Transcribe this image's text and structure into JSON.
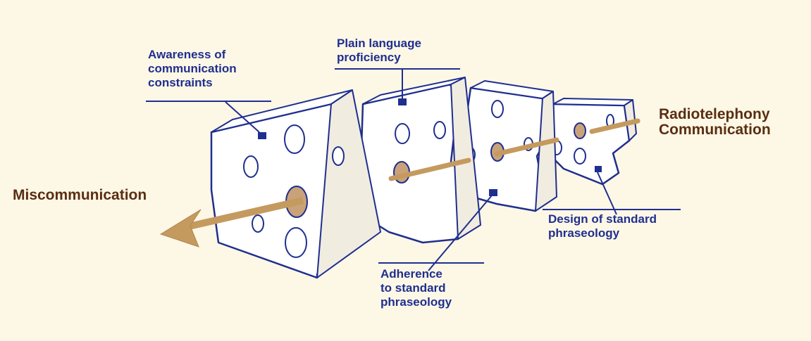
{
  "diagram": {
    "end_labels": {
      "source_line1": "Radiotelephony",
      "source_line2": "Communication",
      "outcome": "Miscommunication"
    },
    "layers": [
      {
        "line1": "Awareness of",
        "line2": "communication",
        "line3": "constraints"
      },
      {
        "line1": "Plain language",
        "line2": "proficiency"
      },
      {
        "line1": "Adherence",
        "line2": "to standard",
        "line3": "phraseology"
      },
      {
        "line1": "Design of standard",
        "line2": "phraseology"
      }
    ],
    "colors": {
      "background": "#fdf7e6",
      "outline": "#1f2f8e",
      "label_text": "#1f2f8e",
      "end_label_text": "#5a2e12",
      "arrow": "#c49a5e",
      "hole_inside": "#c9a27a"
    }
  }
}
